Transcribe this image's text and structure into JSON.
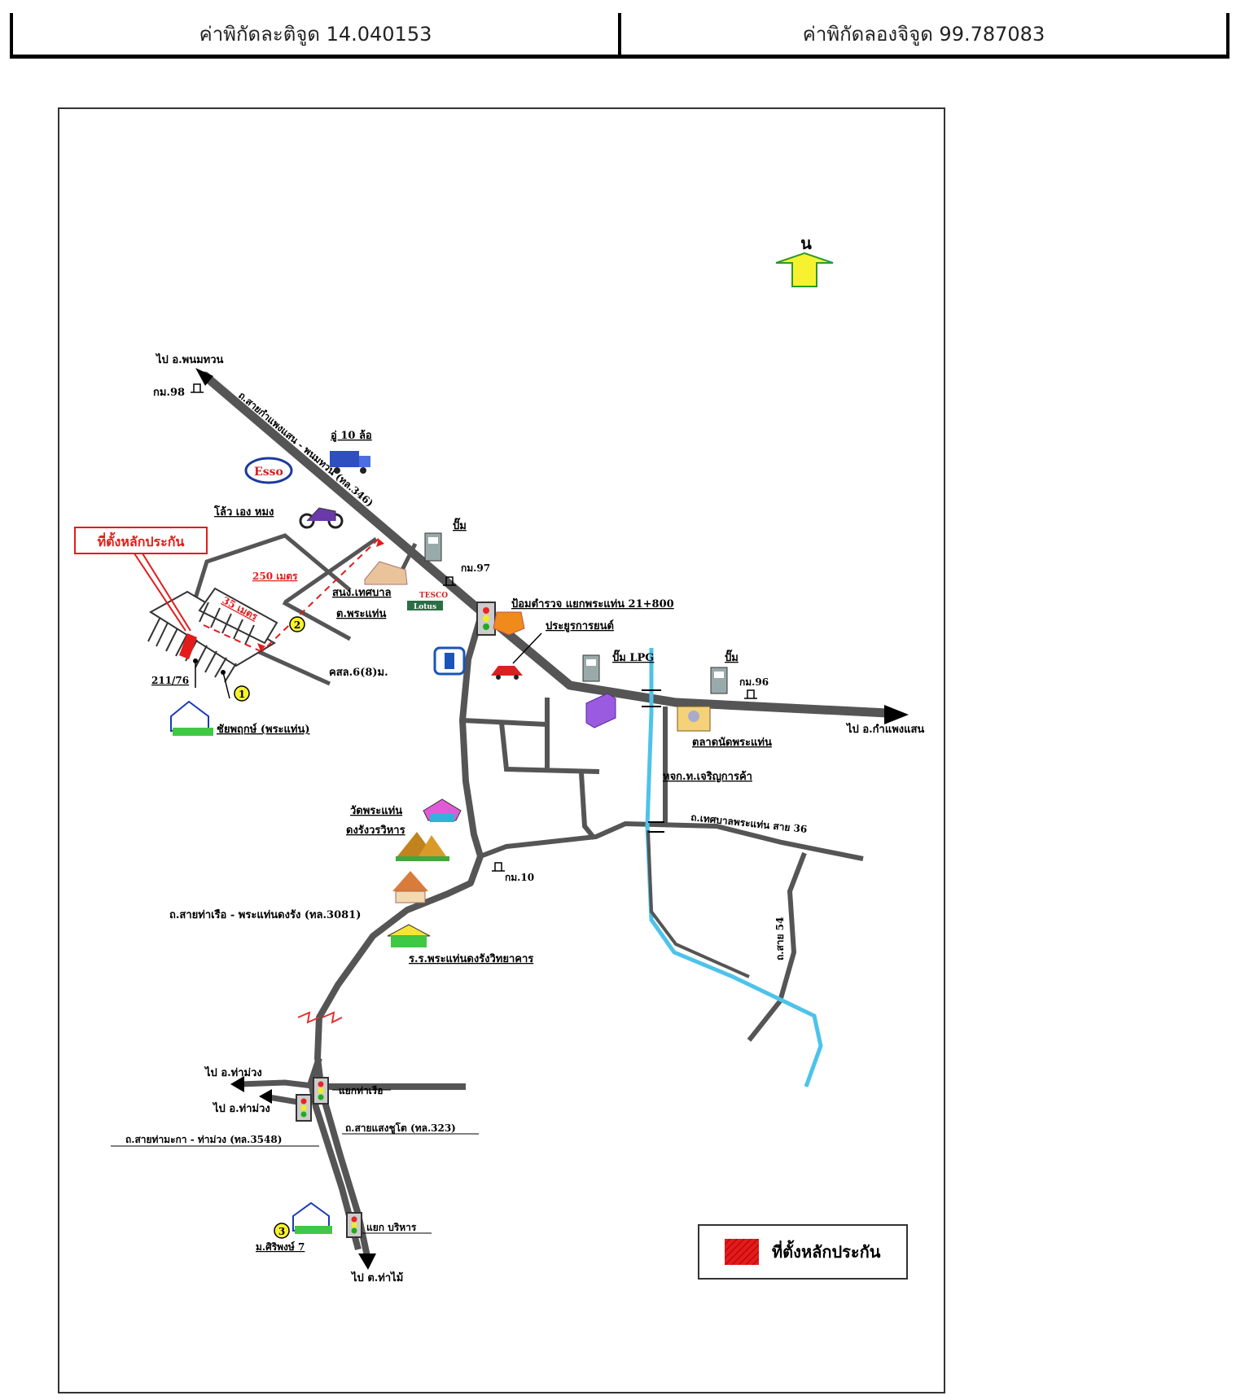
{
  "coordinates": {
    "latitude_label": "ค่าพิกัดละติจูด 14.040153",
    "longitude_label": "ค่าพิกัดลองจิจูด 99.787083"
  },
  "map": {
    "north": "น",
    "labels": {
      "to_phanom_thuan": "ไป อ.พนมทวน",
      "km98": "กม.98",
      "road_346": "ถ.สายกำแพงแสน - พนมทวน (ทล.346)",
      "truck_garage": "อู่ 10 ล้อ",
      "esso": "Esso",
      "bike_shop": "โล้ว เอง หมง",
      "location_callout": "ที่ตั้งหลักประกัน",
      "dist_250": "250 เมตร",
      "dist_35": "35 เมตร",
      "pump1": "ปั๊ม",
      "km97": "กม.97",
      "municipal_office_1": "สนง.เทศบาล",
      "municipal_office_2": "ต.พระแท่น",
      "tesco": "TESCO",
      "lotus": "Lotus",
      "marker_2": "2",
      "marker_1": "1",
      "marker_3": "3",
      "police_box": "ป้อมตำรวจ แยกพระแท่น 21+800",
      "car_dealer": "ประยูรการยนต์",
      "pump_lpg": "ปั๊ม LPG",
      "pump2": "ปั๊ม",
      "km96": "กม.96",
      "alley": "คสล.6(8)ม.",
      "house_no": "211/76",
      "chaiyaphruek": "ชัยพฤกษ์ (พระแท่น)",
      "to_kamphaeng_saen": "ไป อ.กำแพงแสน",
      "market": "ตลาดนัดพระแท่น",
      "partnership": "หจก.ท.เจริญการค้า",
      "temple_1": "วัดพระแท่น",
      "temple_2": "ดงรังวรวิหาร",
      "municipal_road": "ถ.เทศบาลพระแท่น  สาย 36",
      "km10": "กม.10",
      "road_3081": "ถ.สายท่าเรือ - พระแท่นดงรัง (ทล.3081)",
      "school": "ร.ร.พระแท่นดงรังวิทยาคาร",
      "road_54": "ถ.สาย 54",
      "to_tha_muang_1": "ไป อ.ท่าม่วง",
      "tha_ruea_jct": "แยกท่าเรือ",
      "to_tha_muang_2": "ไป อ.ท่าม่วง",
      "road_323": "ถ.สายแสงชูโต (ทล.323)",
      "road_3548": "ถ.สายท่ามะกา - ท่าม่วง (ทล.3548)",
      "borihan_jct": "แยก บริหาร",
      "sirivong": "ม.ศิริพงษ์ 7",
      "to_tha_mai": "ไป ต.ท่าไม้"
    },
    "legend": {
      "label": "ที่ตั้งหลักประกัน",
      "swatch_color": "#e31b1b"
    },
    "colors": {
      "road": "#555555",
      "river": "#4dc3ea",
      "north_arrow": "#f7f230",
      "callout": "#e31b1b"
    }
  }
}
